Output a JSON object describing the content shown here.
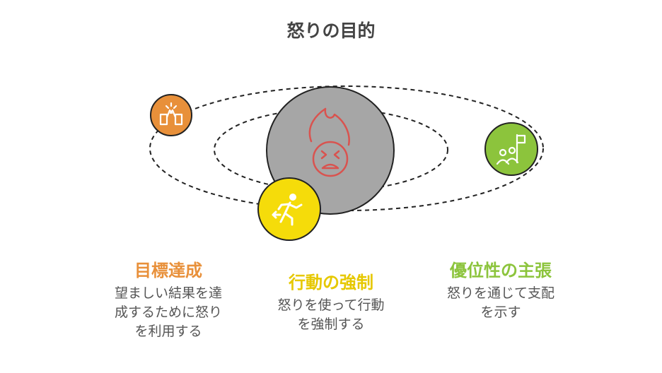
{
  "title": "怒りの目的",
  "colors": {
    "orange": "#e8903a",
    "yellow": "#f5dc0a",
    "green": "#8cc43c",
    "gray": "#a6a6a6",
    "red": "#d9534f"
  },
  "center": {
    "icon": "angry-face-flame-icon"
  },
  "items": [
    {
      "title": "目標達成",
      "desc_lines": [
        "望ましい結果を達",
        "成するために怒り",
        "を利用する"
      ],
      "icon": "high-five-icon",
      "color": "#e8903a"
    },
    {
      "title": "行動の強制",
      "desc_lines": [
        "怒りを使って行動",
        "を強制する"
      ],
      "icon": "running-person-icon",
      "color": "#f5dc0a"
    },
    {
      "title": "優位性の主張",
      "desc_lines": [
        "怒りを通じて支配",
        "を示す"
      ],
      "icon": "people-flag-icon",
      "color": "#8cc43c"
    }
  ]
}
